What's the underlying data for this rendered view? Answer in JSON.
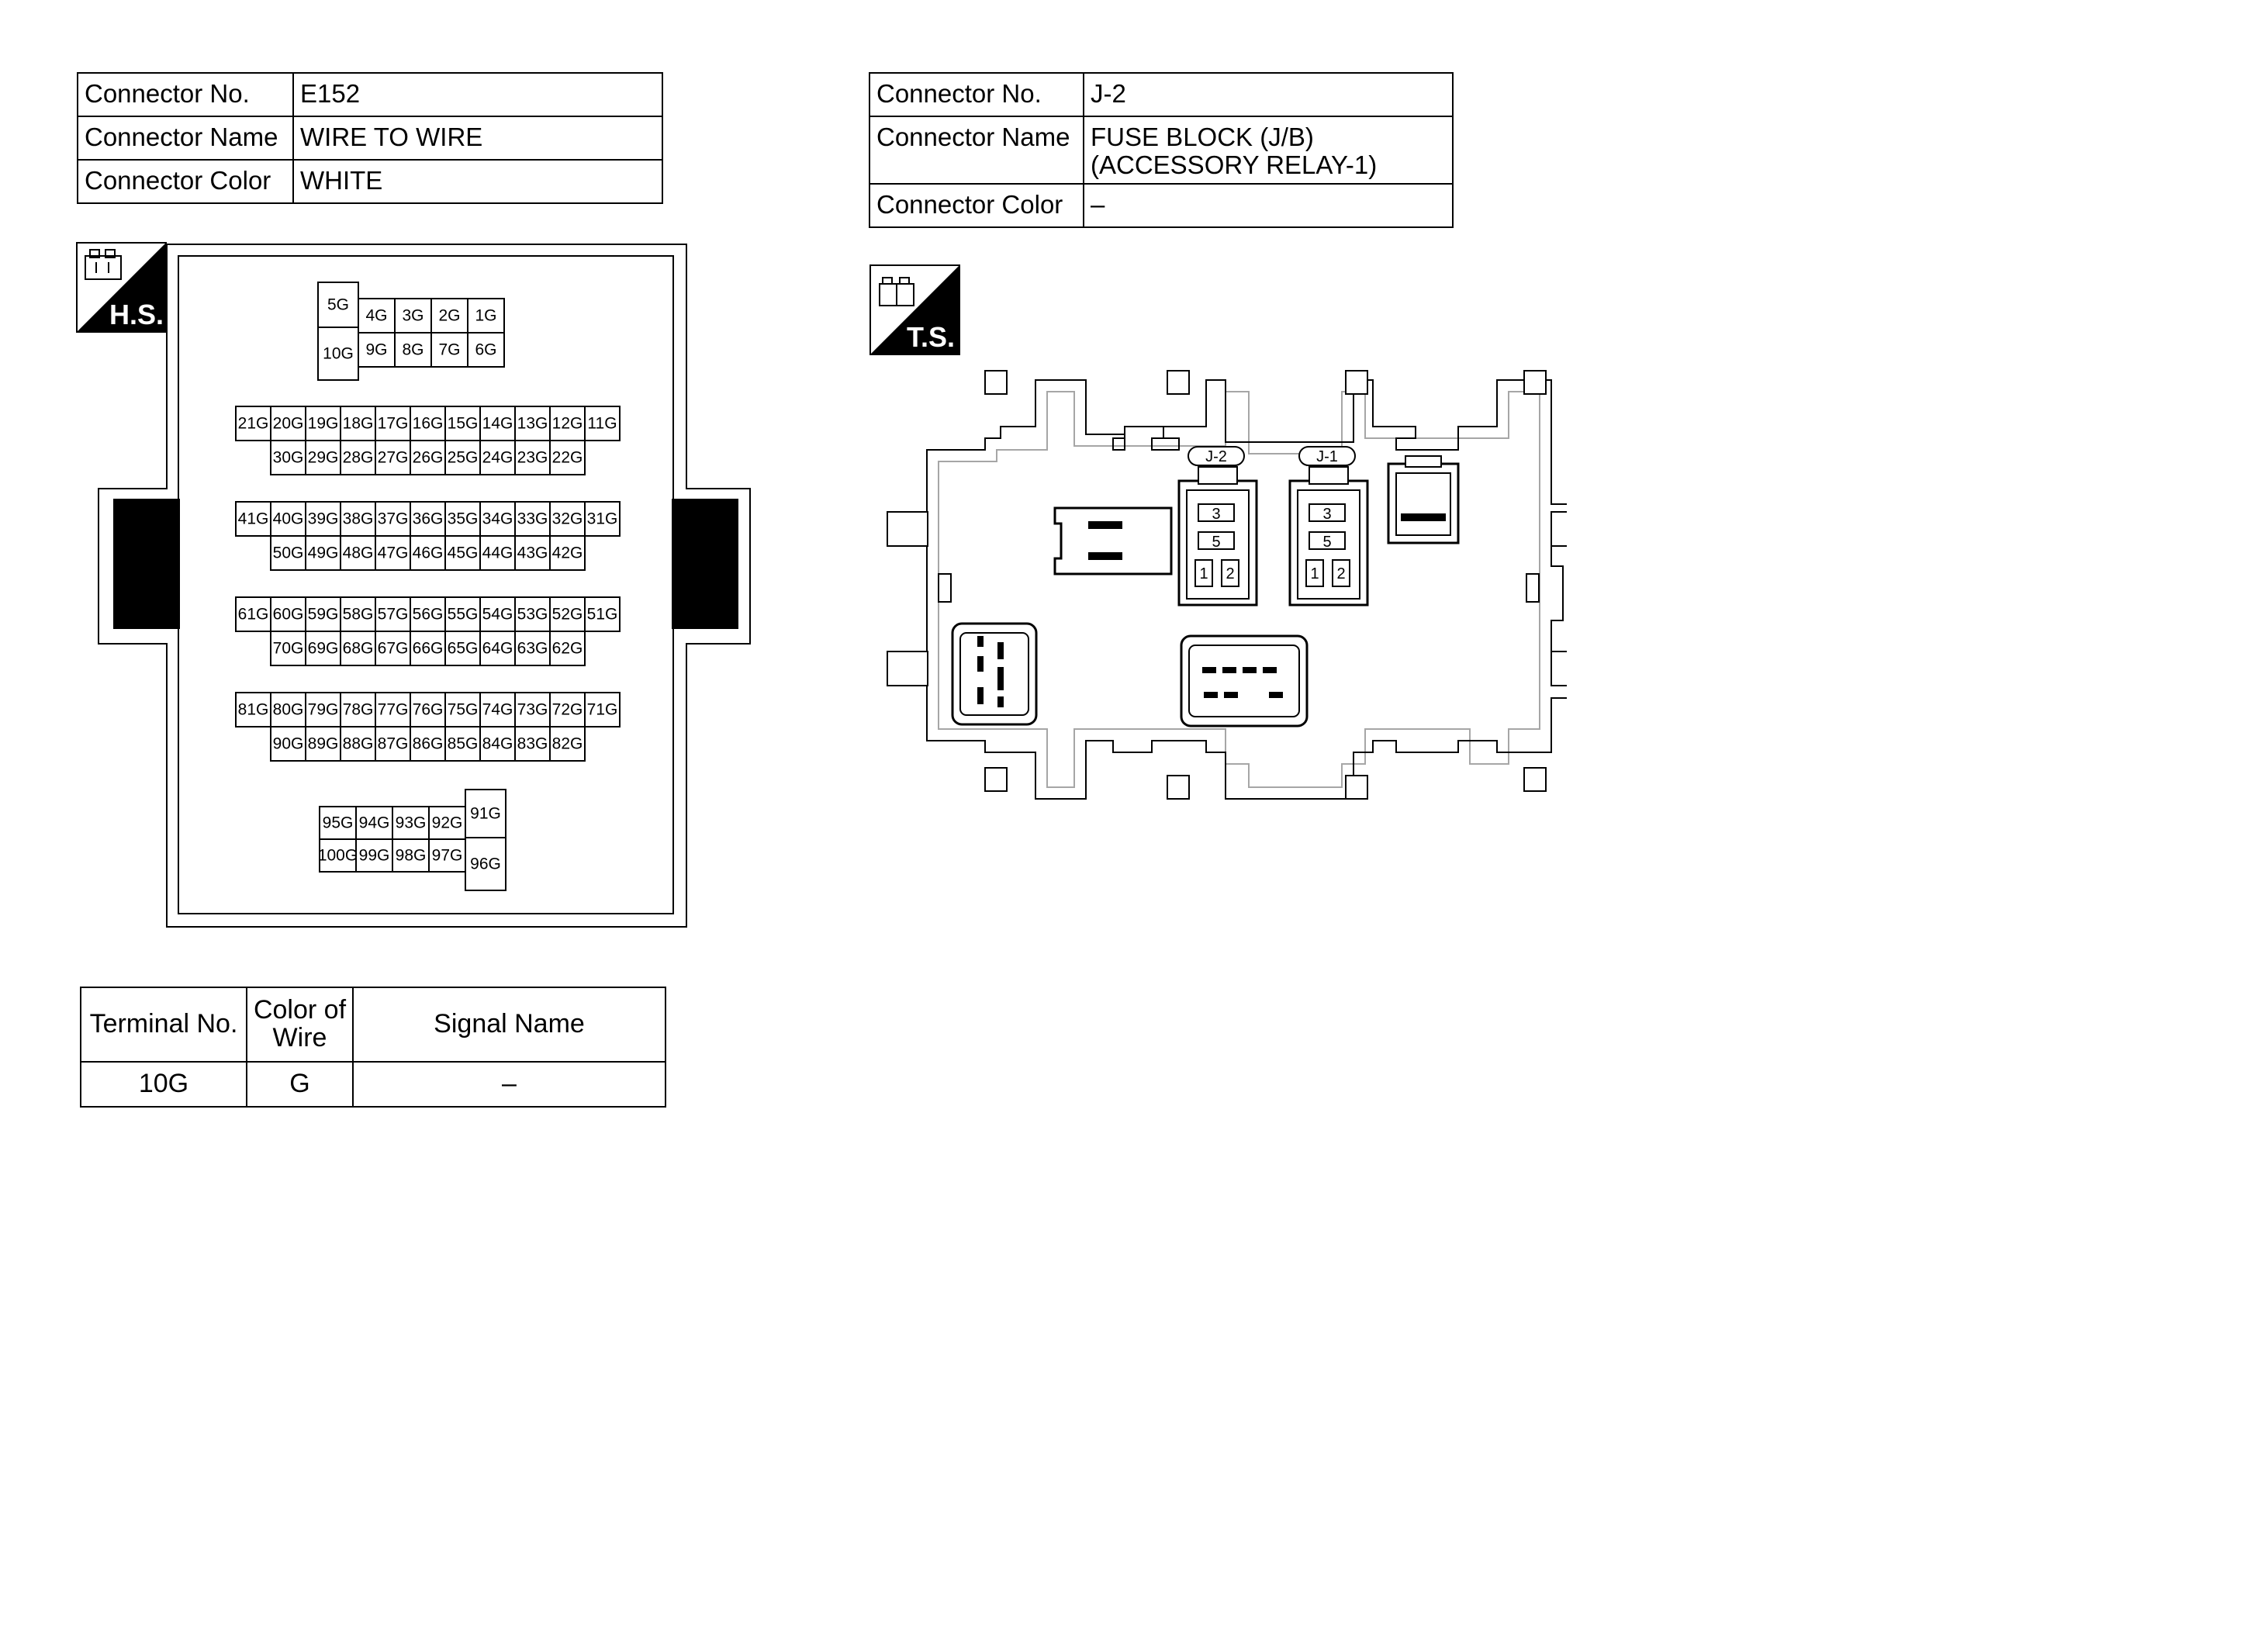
{
  "connector_1": {
    "info": [
      {
        "label": "Connector No.",
        "value": "E152"
      },
      {
        "label": "Connector Name",
        "value": "WIRE TO WIRE"
      },
      {
        "label": "Connector Color",
        "value": "WHITE"
      }
    ],
    "view_badge": "H.S.",
    "pins": {
      "upper_block": {
        "tall_top": "5G",
        "tall_bottom": "10G",
        "top": [
          "4G",
          "3G",
          "2G",
          "1G"
        ],
        "bottom": [
          "9G",
          "8G",
          "7G",
          "6G"
        ]
      },
      "rows": [
        {
          "top": [
            "21G",
            "20G",
            "19G",
            "18G",
            "17G",
            "16G",
            "15G",
            "14G",
            "13G",
            "12G",
            "11G"
          ],
          "bottom": [
            "30G",
            "29G",
            "28G",
            "27G",
            "26G",
            "25G",
            "24G",
            "23G",
            "22G"
          ]
        },
        {
          "top": [
            "41G",
            "40G",
            "39G",
            "38G",
            "37G",
            "36G",
            "35G",
            "34G",
            "33G",
            "32G",
            "31G"
          ],
          "bottom": [
            "50G",
            "49G",
            "48G",
            "47G",
            "46G",
            "45G",
            "44G",
            "43G",
            "42G"
          ]
        },
        {
          "top": [
            "61G",
            "60G",
            "59G",
            "58G",
            "57G",
            "56G",
            "55G",
            "54G",
            "53G",
            "52G",
            "51G"
          ],
          "bottom": [
            "70G",
            "69G",
            "68G",
            "67G",
            "66G",
            "65G",
            "64G",
            "63G",
            "62G"
          ]
        },
        {
          "top": [
            "81G",
            "80G",
            "79G",
            "78G",
            "77G",
            "76G",
            "75G",
            "74G",
            "73G",
            "72G",
            "71G"
          ],
          "bottom": [
            "90G",
            "89G",
            "88G",
            "87G",
            "86G",
            "85G",
            "84G",
            "83G",
            "82G"
          ]
        }
      ],
      "lower_block": {
        "top": [
          "95G",
          "94G",
          "93G",
          "92G"
        ],
        "bottom": [
          "100G",
          "99G",
          "98G",
          "97G"
        ],
        "tall_top": "91G",
        "tall_bottom": "96G"
      }
    },
    "terminals": {
      "headers": {
        "terminal_no": "Terminal No.",
        "color_line1": "Color of",
        "color_line2": "Wire",
        "signal": "Signal Name"
      },
      "rows": [
        {
          "terminal": "10G",
          "color": "G",
          "signal": "–"
        }
      ]
    }
  },
  "connector_2": {
    "info": [
      {
        "label": "Connector No.",
        "value": "J-2"
      },
      {
        "label": "Connector Name",
        "value": [
          "FUSE BLOCK (J/B)",
          "(ACCESSORY RELAY-1)"
        ]
      },
      {
        "label": "Connector Color",
        "value": "–"
      }
    ],
    "view_badge": "T.S.",
    "relay_labels": [
      "J-2",
      "J-1"
    ],
    "relay_pins": [
      "3",
      "5",
      "1",
      "2"
    ]
  }
}
